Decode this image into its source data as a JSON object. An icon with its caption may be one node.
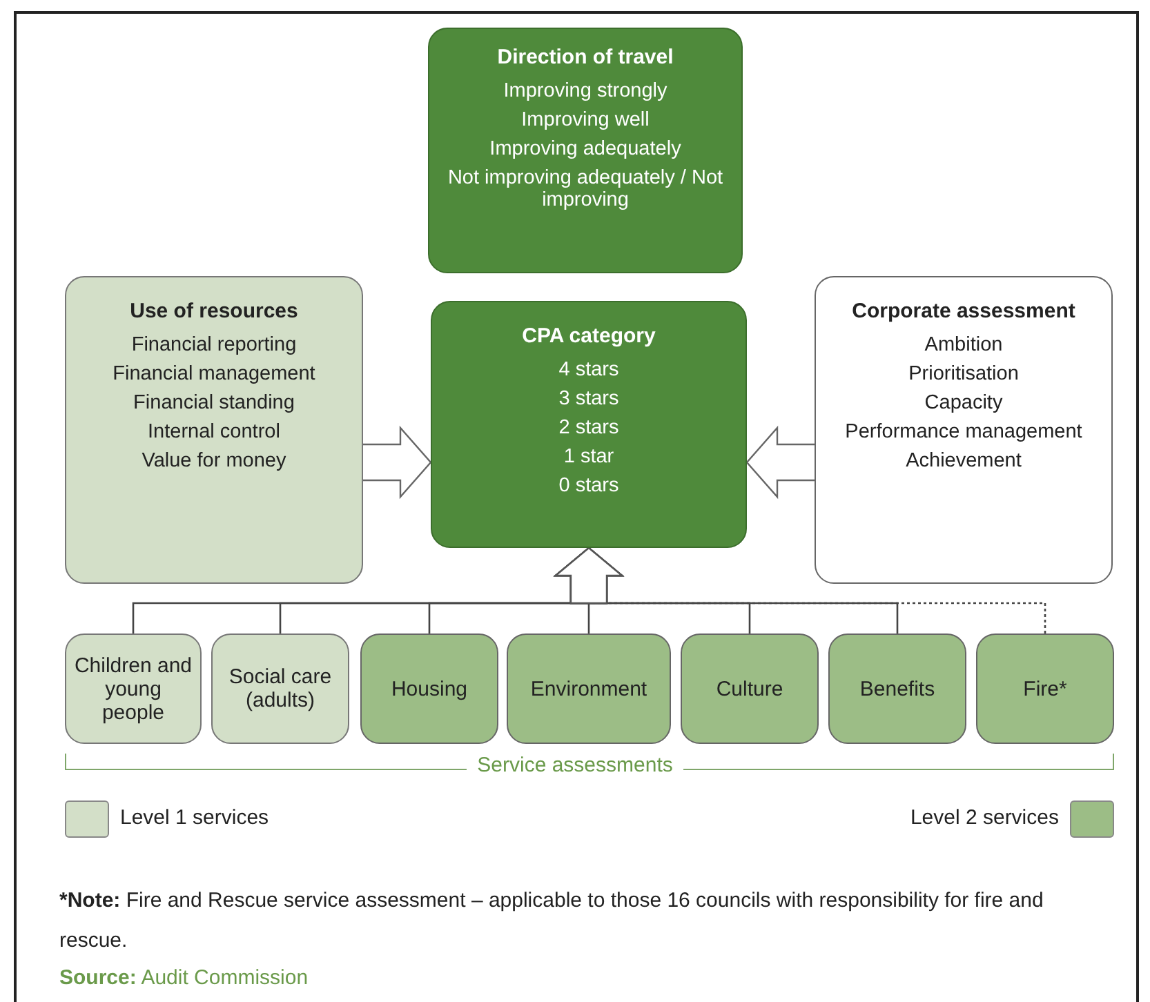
{
  "diagram": {
    "nodes": [
      {
        "text": [
          "Direction of travel",
          "Improving strongly",
          "Improving well",
          "Improving adequately",
          "Not improving adequately / Not improving"
        ]
      },
      {
        "text": [
          "Use of resources",
          "Financial reporting",
          "Financial management",
          "Financial standing",
          "Internal control",
          "Value for money"
        ]
      },
      {
        "text": [
          "CPA category",
          "4 stars",
          "3 stars",
          "2 stars",
          "1 star",
          "0 stars"
        ]
      },
      {
        "text": [
          "Corporate assessment",
          "Ambition",
          "Prioritisation",
          "Capacity",
          "Performance management",
          "Achievement"
        ]
      },
      {
        "text": [
          "Children and young people"
        ]
      },
      {
        "text": [
          "Social care (adults)"
        ]
      },
      {
        "text": [
          "Housing"
        ]
      },
      {
        "text": [
          "Environment"
        ]
      },
      {
        "text": [
          "Culture"
        ]
      },
      {
        "text": [
          "Benefits"
        ]
      },
      {
        "text": [
          "Fire*"
        ]
      }
    ],
    "edges": [
      {
        "from": 1,
        "to": 2,
        "arrow": "to"
      },
      {
        "from": 3,
        "to": 2,
        "arrow": "to"
      },
      {
        "from": 4,
        "to": 2,
        "arrow": "to"
      },
      {
        "from": 5,
        "to": 2,
        "arrow": "to"
      },
      {
        "from": 6,
        "to": 2,
        "arrow": "to"
      },
      {
        "from": 7,
        "to": 2,
        "arrow": "to"
      },
      {
        "from": 8,
        "to": 2,
        "arrow": "to"
      },
      {
        "from": 9,
        "to": 2,
        "arrow": "to"
      },
      {
        "from": 10,
        "to": 2,
        "arrow": "to",
        "style": "dashed"
      }
    ],
    "labels": [
      "Service assessments",
      "***Note:** Fire and Rescue service assessment – applicable to those 16 councils with responsibility for fire and rescue.",
      "**Source:** Audit Commission"
    ],
    "legend": [
      {
        "text": "Level 1 services",
        "color": "#d3dfc8"
      },
      {
        "text": "Level 2 services",
        "color": "#9cbd86"
      }
    ]
  }
}
